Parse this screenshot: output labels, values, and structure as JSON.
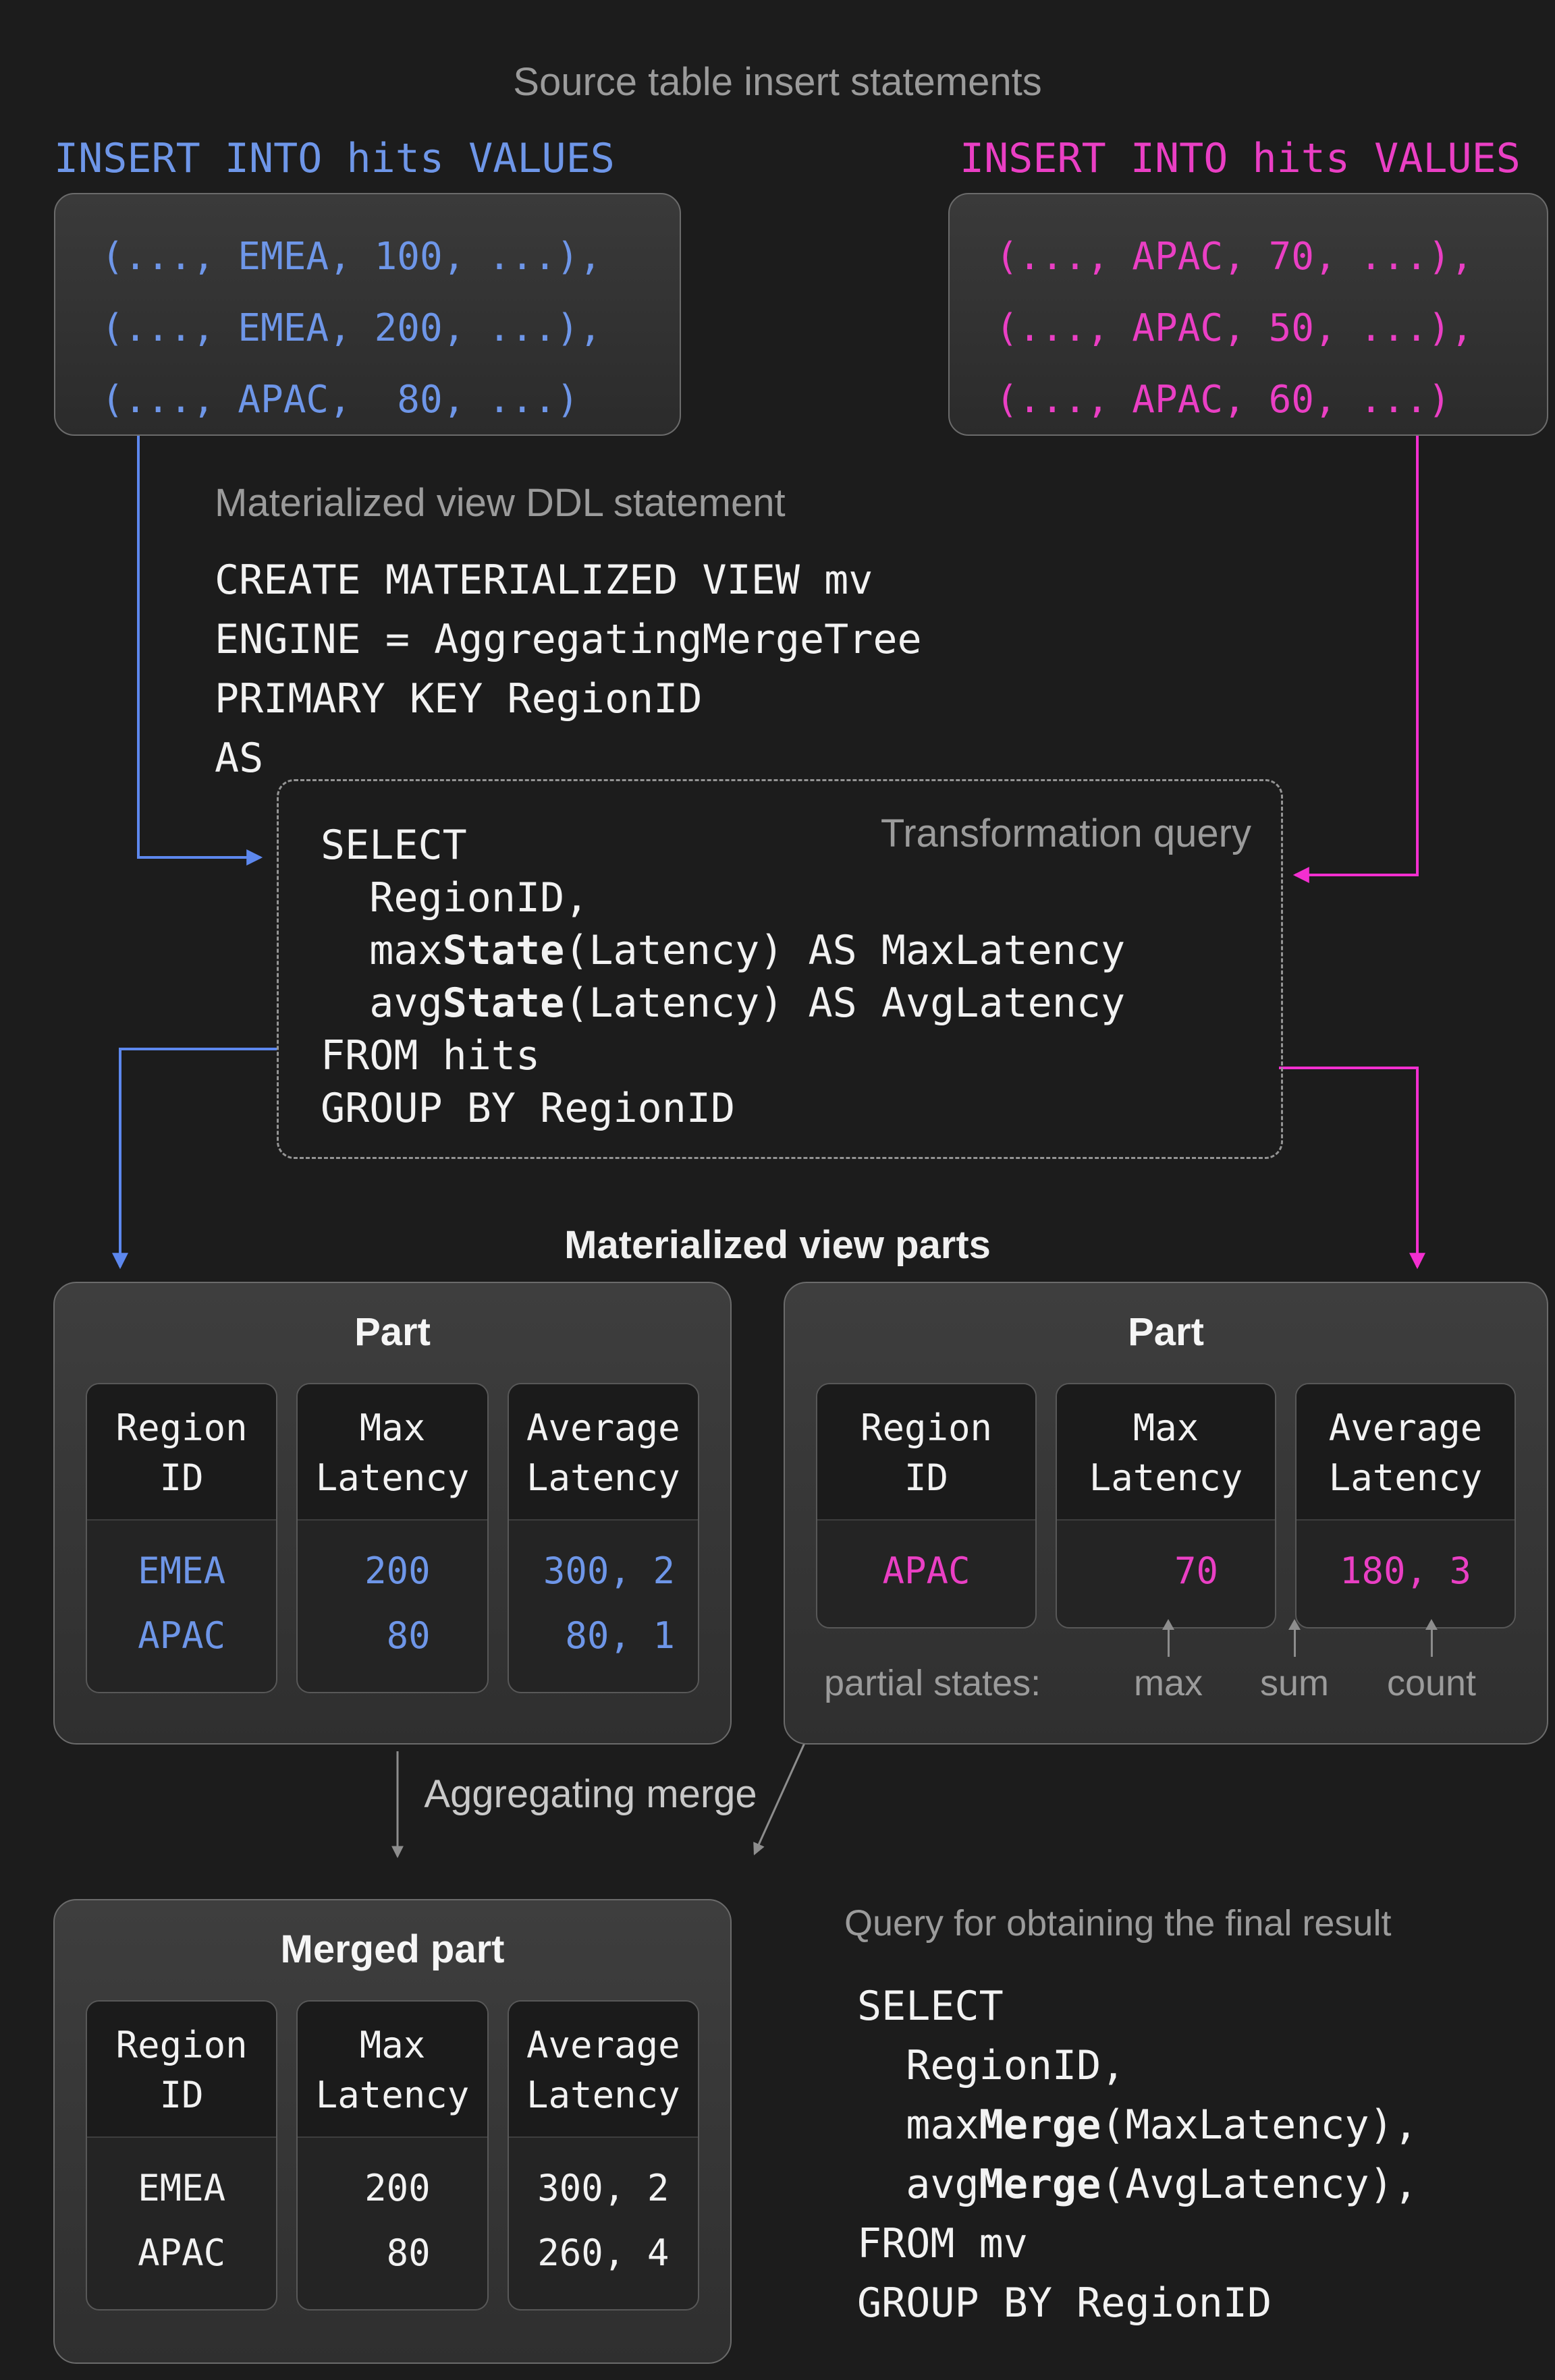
{
  "colors": {
    "background": "#1c1c1c",
    "blue": "#6e96e8",
    "blue_arrow": "#5d88ee",
    "pink": "#ea3fc4",
    "pink_arrow": "#f32fd0",
    "gray_text": "#9b9b9b",
    "light_gray_text": "#c9c9c9",
    "arrow_gray": "#8d8d8d"
  },
  "sections": {
    "source_title": "Source table insert statements",
    "ddl_label": "Materialized view DDL statement",
    "transformation_label": "Transformation query",
    "parts_title": "Materialized view parts",
    "merge_label": "Aggregating merge",
    "final_label": "Query for obtaining the final result"
  },
  "inserts": [
    {
      "label": "INSERT INTO hits VALUES",
      "lines": [
        "(..., EMEA, 100, ...),",
        "(..., EMEA, 200, ...),",
        "(..., APAC,  80, ...)"
      ]
    },
    {
      "label": "INSERT INTO hits VALUES",
      "lines": [
        "(..., APAC, 70, ...),",
        "(..., APAC, 50, ...),",
        "(..., APAC, 60, ...)"
      ]
    }
  ],
  "ddl_code": [
    "CREATE MATERIALIZED VIEW mv",
    "ENGINE = AggregatingMergeTree",
    "PRIMARY KEY RegionID",
    "AS"
  ],
  "transformation_code": [
    "SELECT",
    "  RegionID,",
    "  max**State**(Latency) AS MaxLatency",
    "  avg**State**(Latency) AS AvgLatency",
    "FROM hits",
    "GROUP BY RegionID"
  ],
  "final_code": [
    "SELECT",
    "  RegionID,",
    "  max**Merge**(MaxLatency),",
    "  avg**Merge**(AvgLatency),",
    "FROM mv",
    "GROUP BY RegionID"
  ],
  "parts": [
    {
      "title": "Part",
      "value_color": "blue",
      "columns": [
        {
          "header": [
            "Region",
            "ID"
          ],
          "values": [
            "EMEA",
            "APAC"
          ]
        },
        {
          "header": [
            "Max",
            "Latency"
          ],
          "values": [
            "200",
            "80"
          ],
          "align": "right"
        },
        {
          "header": [
            "Average",
            "Latency"
          ],
          "values": [
            "300, 2",
            "80, 1"
          ],
          "align": "right-sm"
        }
      ]
    },
    {
      "title": "Part",
      "value_color": "pink",
      "columns": [
        {
          "header": [
            "Region",
            "ID"
          ],
          "values": [
            "APAC"
          ]
        },
        {
          "header": [
            "Max",
            "Latency"
          ],
          "values": [
            "70"
          ],
          "align": "right"
        },
        {
          "header": [
            "Average",
            "Latency"
          ],
          "values": [
            "180, 3"
          ]
        }
      ],
      "partial": {
        "label": "partial states:",
        "markers": [
          "max",
          "sum",
          "count"
        ]
      }
    },
    {
      "title": "Merged part",
      "value_color": "white",
      "columns": [
        {
          "header": [
            "Region",
            "ID"
          ],
          "values": [
            "EMEA",
            "APAC"
          ]
        },
        {
          "header": [
            "Max",
            "Latency"
          ],
          "values": [
            "200",
            "80"
          ],
          "align": "right"
        },
        {
          "header": [
            "Average",
            "Latency"
          ],
          "values": [
            "300, 2",
            "260, 4"
          ]
        }
      ]
    }
  ]
}
